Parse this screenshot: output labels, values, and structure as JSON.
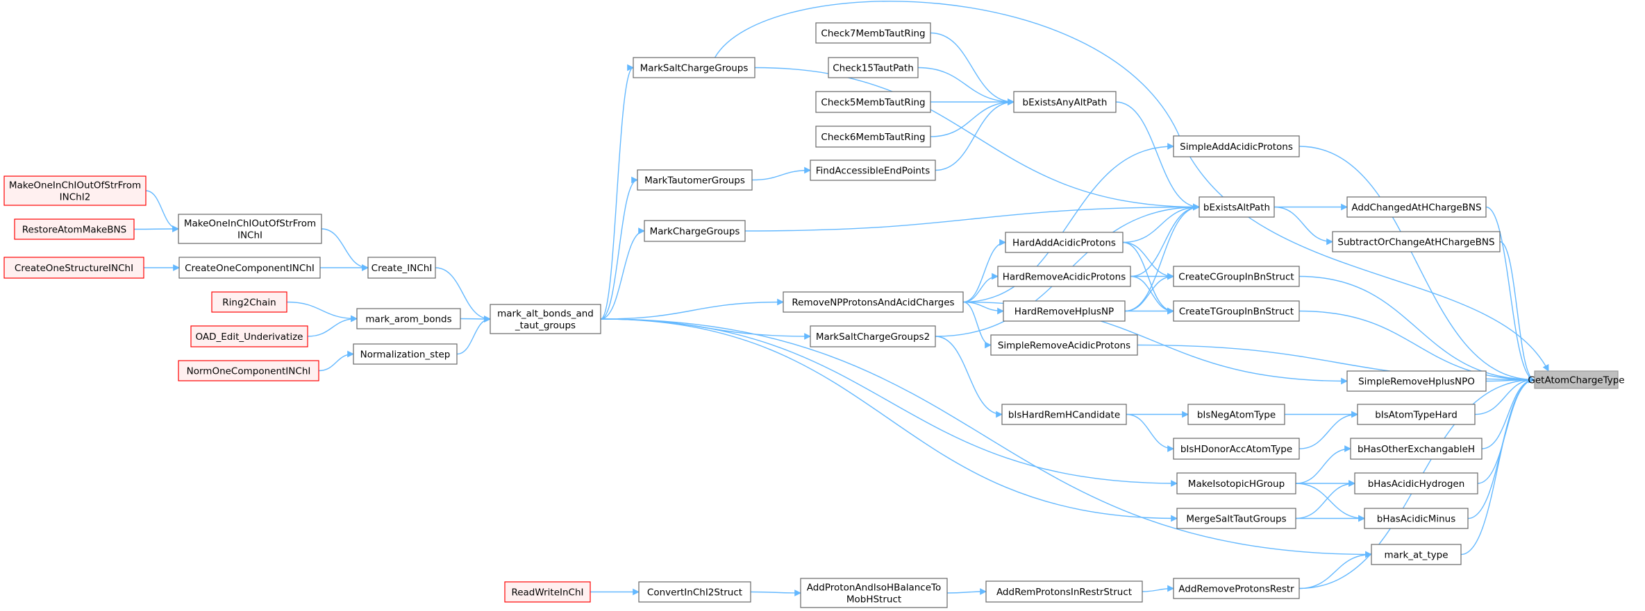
{
  "colors": {
    "edge": "#63b8ff",
    "node_border": "#666666",
    "node_fill": "#ffffff",
    "root_fill": "#bfbfbf",
    "root_border": "#999999",
    "truncated_border": "#ff0000",
    "truncated_fill": "#fff0f0"
  },
  "nodes": [
    {
      "id": "root",
      "label": "GetAtomChargeType",
      "kind": "root"
    },
    {
      "id": "MarkSaltChargeGroups",
      "label": "MarkSaltChargeGroups"
    },
    {
      "id": "Check7",
      "label": "Check7MembTautRing"
    },
    {
      "id": "Check15",
      "label": "Check15TautPath"
    },
    {
      "id": "Check5",
      "label": "Check5MembTautRing"
    },
    {
      "id": "Check6",
      "label": "Check6MembTautRing"
    },
    {
      "id": "bExistsAnyAltPath",
      "label": "bExistsAnyAltPath"
    },
    {
      "id": "FindAccessible",
      "label": "FindAccessibleEndPoints"
    },
    {
      "id": "MarkTautomerGroups",
      "label": "MarkTautomerGroups"
    },
    {
      "id": "SimpleAddAcidic",
      "label": "SimpleAddAcidicProtons"
    },
    {
      "id": "bExistsAltPath",
      "label": "bExistsAltPath"
    },
    {
      "id": "AddChanged",
      "label": "AddChangedAtHChargeBNS"
    },
    {
      "id": "SubtractOrChange",
      "label": "SubtractOrChangeAtHChargeBNS"
    },
    {
      "id": "MarkChargeGroups",
      "label": "MarkChargeGroups"
    },
    {
      "id": "HardAddAcidic",
      "label": "HardAddAcidicProtons"
    },
    {
      "id": "HardRemoveAcidic",
      "label": "HardRemoveAcidicProtons"
    },
    {
      "id": "CreateCGroup",
      "label": "CreateCGroupInBnStruct"
    },
    {
      "id": "RemoveNP",
      "label": "RemoveNPProtonsAndAcidCharges"
    },
    {
      "id": "HardRemoveHplus",
      "label": "HardRemoveHplusNP"
    },
    {
      "id": "CreateTGroup",
      "label": "CreateTGroupInBnStruct"
    },
    {
      "id": "MarkSaltChargeGroups2",
      "label": "MarkSaltChargeGroups2"
    },
    {
      "id": "SimpleRemoveAcidic",
      "label": "SimpleRemoveAcidicProtons"
    },
    {
      "id": "SimpleRemoveHplus",
      "label": "SimpleRemoveHplusNPO"
    },
    {
      "id": "bIsHardRem",
      "label": "bIsHardRemHCandidate"
    },
    {
      "id": "bIsNegAtom",
      "label": "bIsNegAtomType"
    },
    {
      "id": "bIsAtomTypeHard",
      "label": "bIsAtomTypeHard"
    },
    {
      "id": "bIsHDonor",
      "label": "bIsHDonorAccAtomType"
    },
    {
      "id": "bHasOtherExch",
      "label": "bHasOtherExchangableH"
    },
    {
      "id": "MakeIsotopic",
      "label": "MakeIsotopicHGroup"
    },
    {
      "id": "bHasAcidicH",
      "label": "bHasAcidicHydrogen"
    },
    {
      "id": "MergeSalt",
      "label": "MergeSaltTautGroups"
    },
    {
      "id": "bHasAcidicMinus",
      "label": "bHasAcidicMinus"
    },
    {
      "id": "mark_at_type",
      "label": "mark_at_type"
    },
    {
      "id": "AddRemoveProtons",
      "label": "AddRemoveProtonsRestr"
    },
    {
      "id": "AddRemProtonsIn",
      "label": "AddRemProtonsInRestrStruct"
    },
    {
      "id": "AddProtonAndIso",
      "label": [
        "AddProtonAndIsoHBalanceTo",
        "MobHStruct"
      ]
    },
    {
      "id": "ConvertInChI",
      "label": "ConvertInChI2Struct"
    },
    {
      "id": "ReadWrite",
      "label": "ReadWriteInChI",
      "kind": "truncated"
    },
    {
      "id": "mark_alt",
      "label": [
        "mark_alt_bonds_and",
        "_taut_groups"
      ]
    },
    {
      "id": "mark_arom",
      "label": "mark_arom_bonds"
    },
    {
      "id": "Normalization",
      "label": "Normalization_step"
    },
    {
      "id": "Create_INChI",
      "label": "Create_INChI"
    },
    {
      "id": "MakeOneOut",
      "label": [
        "MakeOneInChIOutOfStrFrom",
        "INChI"
      ]
    },
    {
      "id": "MakeOneOut2",
      "label": [
        "MakeOneInChIOutOfStrFrom",
        "INChI2"
      ],
      "kind": "truncated"
    },
    {
      "id": "RestoreAtom",
      "label": "RestoreAtomMakeBNS",
      "kind": "truncated"
    },
    {
      "id": "CreateOneComp",
      "label": "CreateOneComponentINChI"
    },
    {
      "id": "CreateOneStruct",
      "label": "CreateOneStructureINChI",
      "kind": "truncated"
    },
    {
      "id": "Ring2Chain",
      "label": "Ring2Chain",
      "kind": "truncated"
    },
    {
      "id": "OAD",
      "label": "OAD_Edit_Underivatize",
      "kind": "truncated"
    },
    {
      "id": "NormOne",
      "label": "NormOneComponentINChI",
      "kind": "truncated"
    }
  ]
}
